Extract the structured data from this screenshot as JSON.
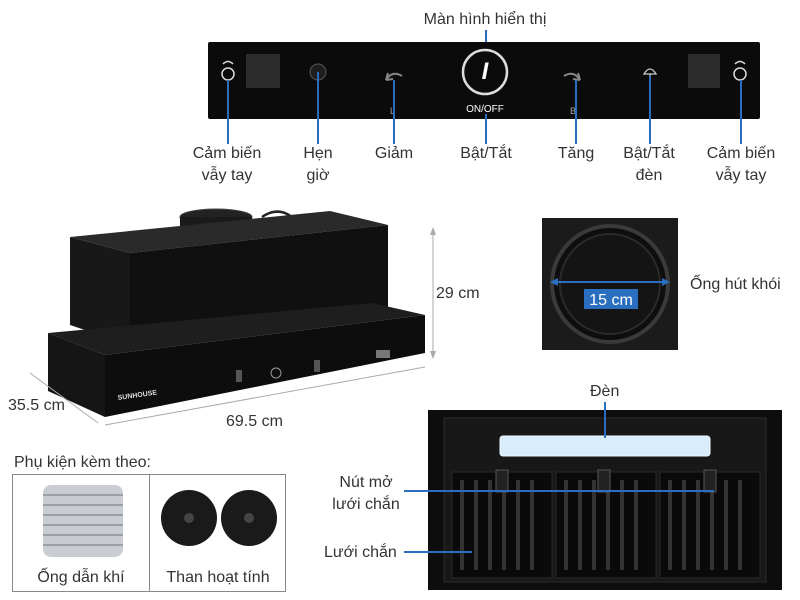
{
  "control_panel": {
    "display_label": "Màn hình hiển thị",
    "display_digit": "I",
    "on_off_text": "ON/OFF",
    "minus_text": "L",
    "plus_text": "B",
    "labels": {
      "sensor_left": [
        "Cảm biến",
        "vẫy tay"
      ],
      "timer": [
        "Hẹn",
        "giờ"
      ],
      "decrease": "Giảm",
      "power": "Bật/Tắt",
      "increase": "Tăng",
      "light": [
        "Bật/Tắt",
        "đèn"
      ],
      "sensor_right": [
        "Cảm biến",
        "vẫy tay"
      ]
    }
  },
  "product": {
    "brand": "SUNHOUSE",
    "height": "29 cm",
    "depth": "35.5 cm",
    "width": "69.5 cm"
  },
  "duct": {
    "diameter": "15 cm",
    "label": "Ống hút khói"
  },
  "accessories": {
    "title": "Phụ kiện kèm theo:",
    "items": [
      "Ống dẫn khí",
      "Than hoạt tính"
    ]
  },
  "bottom_view": {
    "lamp": "Đèn",
    "release_button": [
      "Nút mở",
      "lưới chắn"
    ],
    "filter": "Lưới chắn"
  },
  "colors": {
    "accent_line": "#2a6fbf",
    "body": "#111111"
  }
}
